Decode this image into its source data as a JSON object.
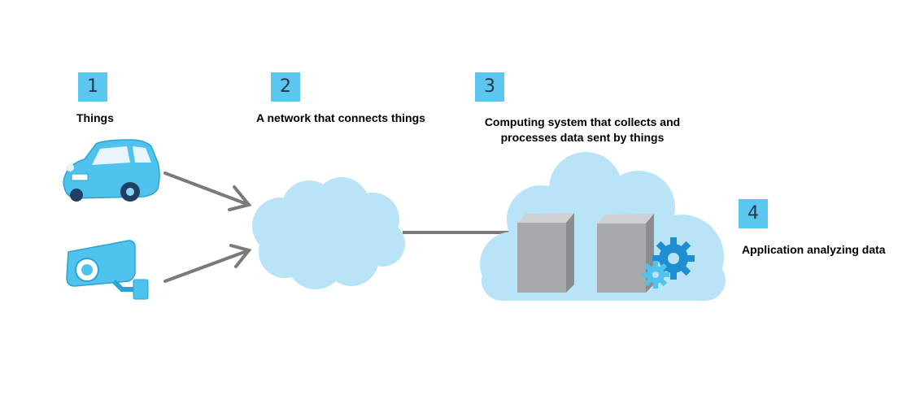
{
  "steps": [
    {
      "number": "1",
      "label": "Things"
    },
    {
      "number": "2",
      "label": "A network that connects things"
    },
    {
      "number": "3",
      "label": "Computing system that collects and\nprocesses data sent by things"
    },
    {
      "number": "4",
      "label": "Application analyzing data"
    }
  ],
  "icons": {
    "car": "car-icon",
    "camera": "security-camera-icon",
    "network": "network-cloud-icon",
    "computing": "computing-cloud-icon",
    "servers": "server-icon",
    "gears": "gear-icon"
  },
  "colors": {
    "badge": "#5bc6ee",
    "cloud": "#b9e3f7",
    "device": "#4fc3ee",
    "arrow": "#7a7a7a",
    "server": "#a8a9ab"
  }
}
